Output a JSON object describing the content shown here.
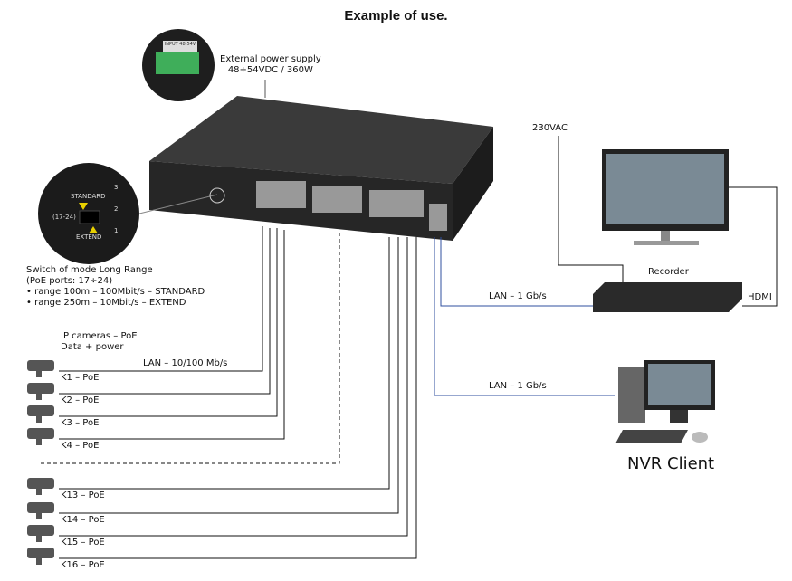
{
  "title": "Example of use.",
  "power": {
    "line1": "External power supply",
    "line2": "48÷54VDC / 360W",
    "connector_label": "INPUT 48-54V"
  },
  "mode_switch": {
    "standard": "STANDARD",
    "extend": "EXTEND",
    "ports": "(17-24)",
    "leds": [
      "3",
      "2",
      "1"
    ],
    "desc": [
      "Switch of mode Long Range",
      "(PoE ports: 17÷24)",
      "• range 100m – 100Mbit/s – STANDARD",
      "• range 250m – 10Mbit/s – EXTEND"
    ]
  },
  "cameras": {
    "header": [
      "IP cameras – PoE",
      "Data + power"
    ],
    "link": "LAN – 10/100 Mb/s",
    "items": [
      "K1 – PoE",
      "K2 – PoE",
      "K3 – PoE",
      "K4 – PoE",
      "K13 – PoE",
      "K14 – PoE",
      "K15 – PoE",
      "K16 – PoE"
    ]
  },
  "recorder": {
    "label": "Recorder",
    "power": "230VAC",
    "hdmi": "HDMI",
    "lan": "LAN – 1 Gb/s"
  },
  "nvr": {
    "label": "NVR Client",
    "lan": "LAN – 1 Gb/s"
  },
  "colors": {
    "lan_link": "#2f4f9f",
    "device": "#2b2b2b"
  }
}
